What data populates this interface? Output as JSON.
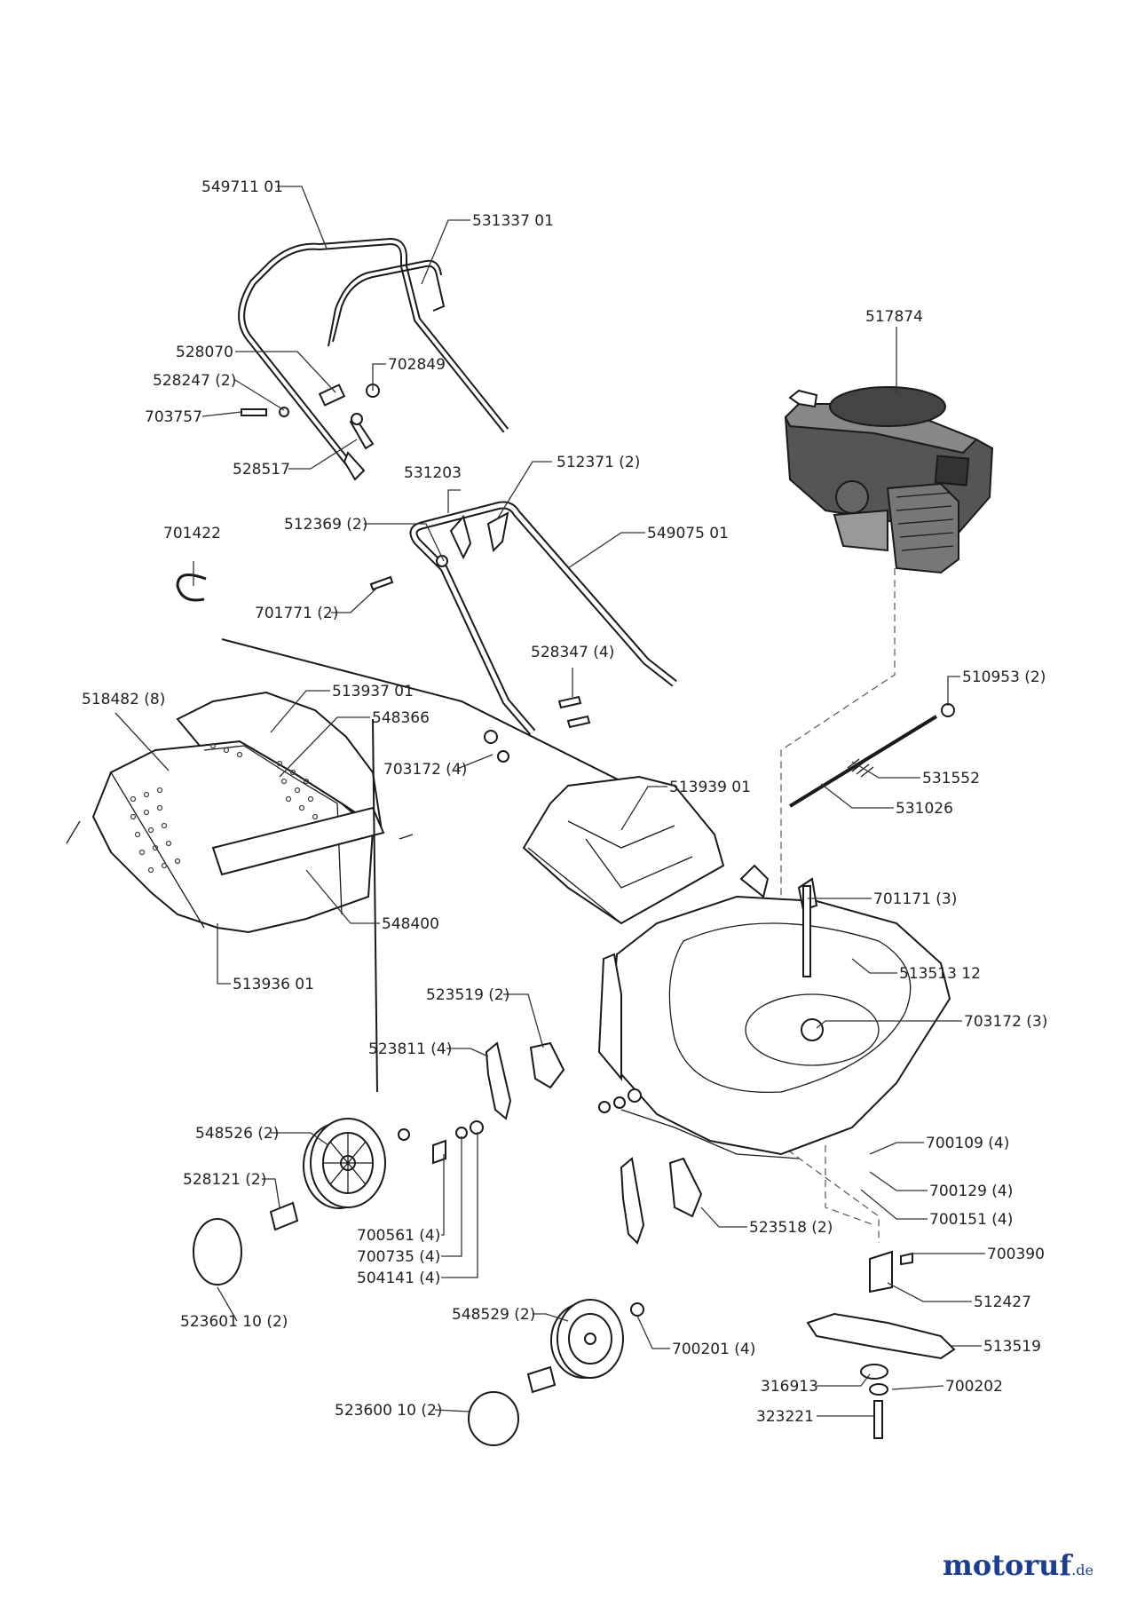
{
  "labels": [
    {
      "id": "p1",
      "text": "549711 01"
    },
    {
      "id": "p2",
      "text": "531337 01"
    },
    {
      "id": "p3",
      "text": "517874"
    },
    {
      "id": "p4",
      "text": "528070"
    },
    {
      "id": "p5",
      "text": "702849"
    },
    {
      "id": "p6",
      "text": "528247 (2)"
    },
    {
      "id": "p7",
      "text": "703757"
    },
    {
      "id": "p8",
      "text": "528517"
    },
    {
      "id": "p9",
      "text": "531203"
    },
    {
      "id": "p10",
      "text": "512371 (2)"
    },
    {
      "id": "p11",
      "text": "512369 (2)"
    },
    {
      "id": "p12",
      "text": "549075 01"
    },
    {
      "id": "p13",
      "text": "701422"
    },
    {
      "id": "p14",
      "text": "701771 (2)"
    },
    {
      "id": "p15",
      "text": "528347 (4)"
    },
    {
      "id": "p16",
      "text": "510953 (2)"
    },
    {
      "id": "p17",
      "text": "518482 (8)"
    },
    {
      "id": "p18",
      "text": "513937 01"
    },
    {
      "id": "p19",
      "text": "548366"
    },
    {
      "id": "p20",
      "text": "703172 (4)"
    },
    {
      "id": "p21",
      "text": "531552"
    },
    {
      "id": "p22",
      "text": "513939 01"
    },
    {
      "id": "p23",
      "text": "531026"
    },
    {
      "id": "p24",
      "text": "701171 (3)"
    },
    {
      "id": "p25",
      "text": "548400"
    },
    {
      "id": "p26",
      "text": "513513 12"
    },
    {
      "id": "p27",
      "text": "513936 01"
    },
    {
      "id": "p28",
      "text": "523519 (2)"
    },
    {
      "id": "p29",
      "text": "703172 (3)"
    },
    {
      "id": "p30",
      "text": "523811 (4)"
    },
    {
      "id": "p31",
      "text": "548526 (2)"
    },
    {
      "id": "p32",
      "text": "700109 (4)"
    },
    {
      "id": "p33",
      "text": "528121 (2)"
    },
    {
      "id": "p34",
      "text": "700129 (4)"
    },
    {
      "id": "p35",
      "text": "700151 (4)"
    },
    {
      "id": "p36",
      "text": "700561 (4)"
    },
    {
      "id": "p37",
      "text": "523518 (2)"
    },
    {
      "id": "p38",
      "text": "700735 (4)"
    },
    {
      "id": "p39",
      "text": "700390"
    },
    {
      "id": "p40",
      "text": "504141 (4)"
    },
    {
      "id": "p41",
      "text": "512427"
    },
    {
      "id": "p42",
      "text": "523601 10 (2)"
    },
    {
      "id": "p43",
      "text": "548529 (2)"
    },
    {
      "id": "p44",
      "text": "513519"
    },
    {
      "id": "p45",
      "text": "700201 (4)"
    },
    {
      "id": "p46",
      "text": "316913"
    },
    {
      "id": "p47",
      "text": "700202"
    },
    {
      "id": "p48",
      "text": "523600 10 (2)"
    },
    {
      "id": "p49",
      "text": "323221"
    }
  ],
  "brand": {
    "name": "motoruf",
    "domain": ".de"
  }
}
